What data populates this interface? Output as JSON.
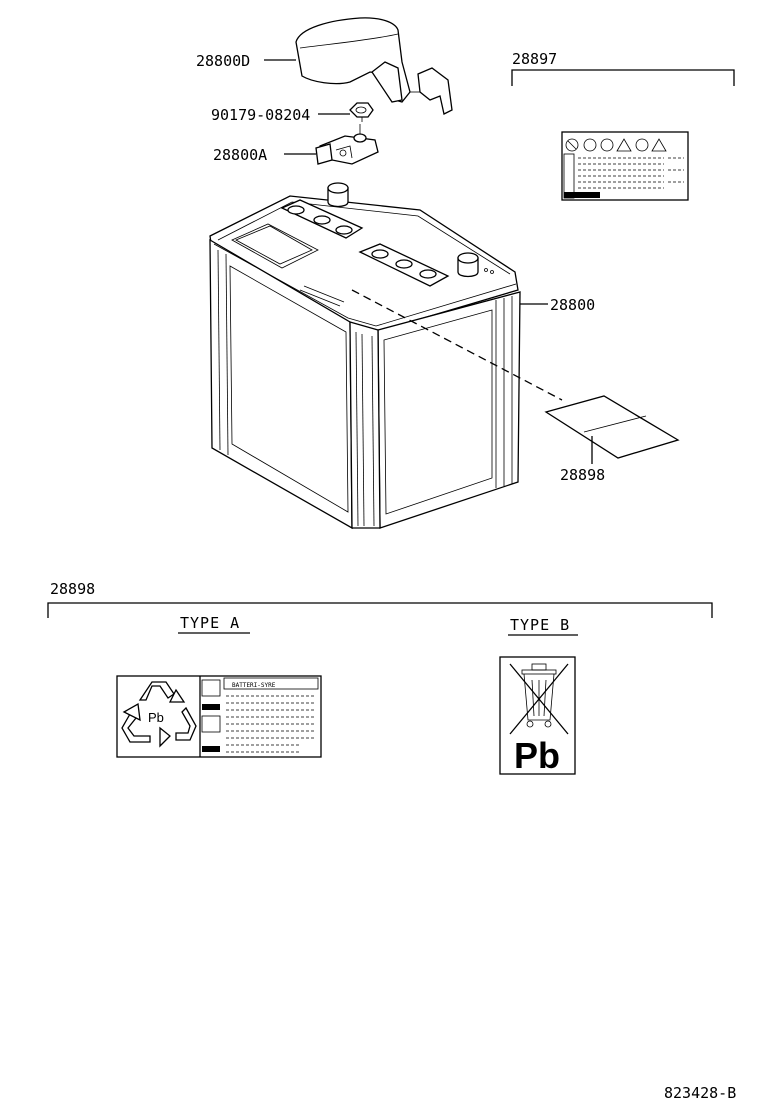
{
  "parts": {
    "cover": "28800D",
    "nut": "90179-08204",
    "terminal": "28800A",
    "battery": "28800",
    "label_small": "28898",
    "caution_label": "28897"
  },
  "section": {
    "title": "28898",
    "type_a": "TYPE A",
    "type_b": "TYPE B"
  },
  "type_a_label": {
    "symbol": "Pb",
    "header": "BATTERI-SYRE"
  },
  "type_b_label": {
    "symbol": "Pb"
  },
  "drawing_number": "823428-B"
}
